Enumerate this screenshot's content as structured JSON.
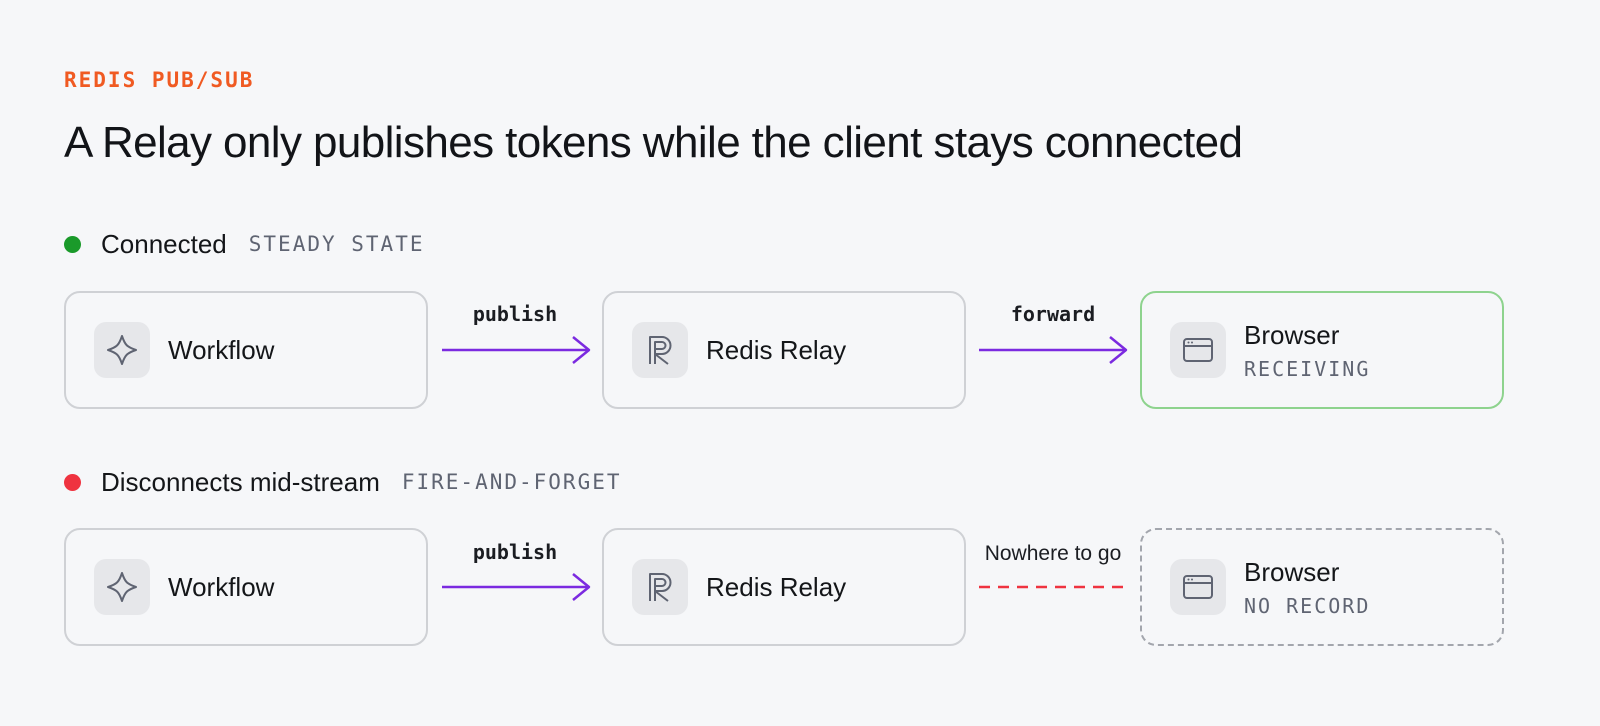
{
  "eyebrow": "REDIS PUB/SUB",
  "title": "A Relay only publishes tokens while the client stays connected",
  "colors": {
    "accent": "#f05a22",
    "connected": "#1a9a2a",
    "disconnected": "#ef3340",
    "arrow": "#7b2ae0",
    "ok_border": "#8ed38e"
  },
  "rows": [
    {
      "label": "Connected",
      "tag": "STEADY STATE",
      "status_color": "#1a9a2a",
      "nodes": [
        {
          "label": "Workflow",
          "icon": "workflow-icon"
        },
        {
          "label": "Redis Relay",
          "icon": "redis-icon"
        },
        {
          "label": "Browser",
          "status": "RECEIVING",
          "icon": "browser-window-icon"
        }
      ],
      "edges": [
        {
          "label": "publish",
          "style": "solid-arrow"
        },
        {
          "label": "forward",
          "style": "solid-arrow"
        }
      ]
    },
    {
      "label": "Disconnects mid-stream",
      "tag": "FIRE-AND-FORGET",
      "status_color": "#ef3340",
      "nodes": [
        {
          "label": "Workflow",
          "icon": "workflow-icon"
        },
        {
          "label": "Redis Relay",
          "icon": "redis-icon"
        },
        {
          "label": "Browser",
          "status": "NO RECORD",
          "icon": "browser-window-icon"
        }
      ],
      "edges": [
        {
          "label": "publish",
          "style": "solid-arrow"
        },
        {
          "label": "Nowhere to go",
          "style": "dashed-line"
        }
      ]
    }
  ]
}
